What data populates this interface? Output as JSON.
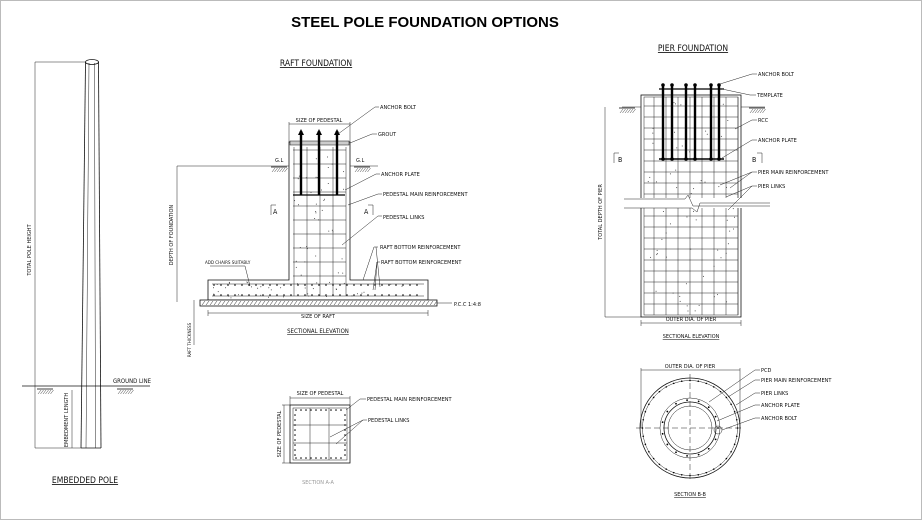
{
  "title": "STEEL POLE FOUNDATION OPTIONS",
  "embedded_pole": {
    "heading": "EMBEDDED POLE",
    "total_pole_height": "TOTAL POLE HEIGHT",
    "ground_line": "GROUND LINE",
    "embedment_length": "EMBEDMENT LENGTH"
  },
  "raft": {
    "heading": "RAFT FOUNDATION",
    "size_of_pedestal": "SIZE OF PEDESTAL",
    "anchor_bolt": "ANCHOR BOLT",
    "grout": "GROUT",
    "gl": "G.L",
    "anchor_plate": "ANCHOR PLATE",
    "pedestal_main_reinforcement": "PEDESTAL MAIN REINFORCEMENT",
    "section_mark": "A",
    "pedestal_links": "PEDESTAL LINKS",
    "depth_of_foundation": "DEPTH OF FOUNDATION",
    "raft_bottom_reinforcement_1": "RAFT BOTTOM REINFORCEMENT",
    "raft_bottom_reinforcement_2": "RAFT BOTTOM REINFORCEMENT",
    "add_chairs": "ADD CHAIRS SUITABLY",
    "pcc": "P.C.C 1:4:8",
    "size_of_raft": "SIZE OF RAFT",
    "raft_thickness": "RAFT THICKNESS",
    "sectional_elevation": "SECTIONAL ELEVATION"
  },
  "section_aa": {
    "size_of_pedestal_top": "SIZE OF PEDESTAL",
    "size_of_pedestal_side": "SIZE OF PEDESTAL",
    "pedestal_main_reinforcement": "PEDESTAL MAIN REINFORCEMENT",
    "pedestal_links": "PEDESTAL LINKS",
    "caption": "SECTION A-A"
  },
  "pier": {
    "heading": "PIER FOUNDATION",
    "anchor_bolt": "ANCHOR BOLT",
    "template": "TEMPLATE",
    "rcc": "RCC",
    "anchor_plate": "ANCHOR PLATE",
    "section_mark": "B",
    "pier_main_reinforcement": "PIER MAIN REINFORCEMENT",
    "pier_links": "PIER LINKS",
    "total_depth": "TOTAL DEPTH OF PIER",
    "outer_dia": "OUTER DIA. OF PIER",
    "sectional_elevation": "SECTIONAL ELEVATION"
  },
  "section_bb": {
    "outer_dia": "OUTER DIA. OF PIER",
    "pcd": "PCD",
    "pier_main_reinforcement": "PIER MAIN REINFORCEMENT",
    "pier_links": "PIER LINKS",
    "anchor_plate": "ANCHOR PLATE",
    "anchor_bolt": "ANCHOR BOLT",
    "caption": "SECTION B-B"
  }
}
